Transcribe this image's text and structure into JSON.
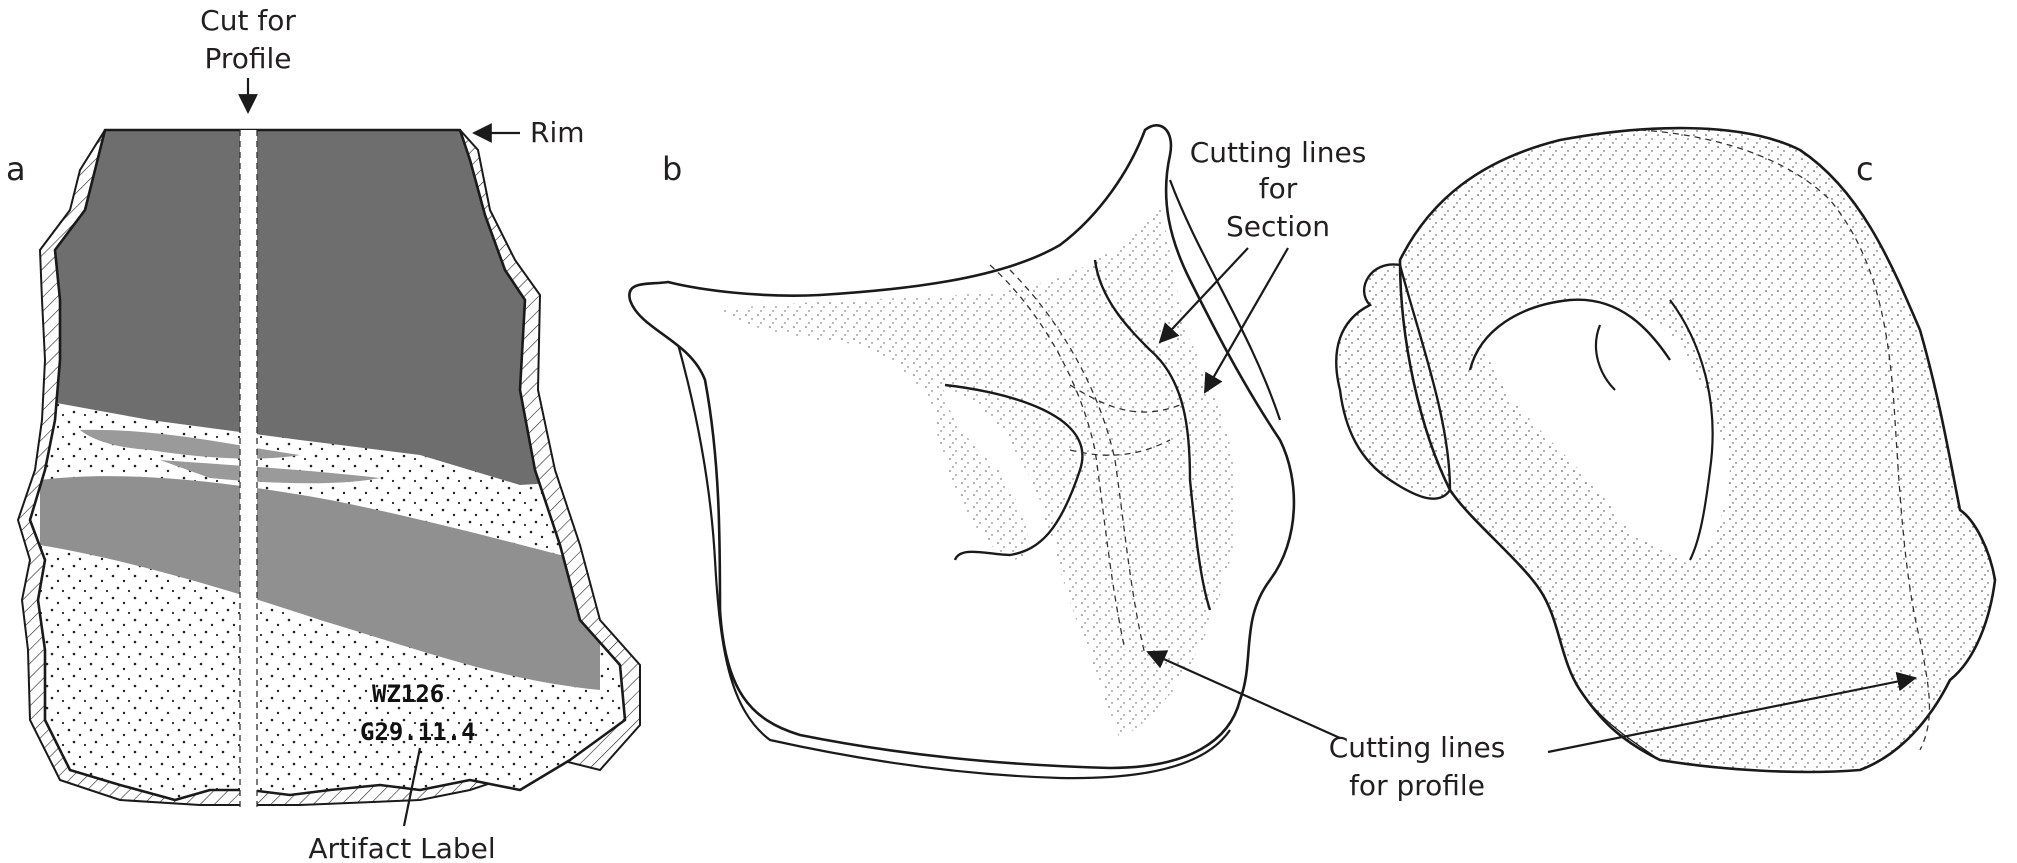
{
  "panels": {
    "a": {
      "letter": "a"
    },
    "b": {
      "letter": "b"
    },
    "c": {
      "letter": "c"
    }
  },
  "labels": {
    "cut_for_profile_line1": "Cut for",
    "cut_for_profile_line2": "Profile",
    "rim": "Rim",
    "artifact_label": "Artifact Label",
    "section_line1": "Cutting lines",
    "section_line2": "for",
    "section_line3": "Section",
    "profile_line1": "Cutting lines",
    "profile_line2": "for profile"
  },
  "artifact_inscription": {
    "line1": "WZ126",
    "line2": "G29.11.4"
  },
  "colors": {
    "ink": "#1a1a1a",
    "dark_slip": "#6e6e6e",
    "light_band": "#9a9a9a",
    "paper": "#ffffff"
  }
}
